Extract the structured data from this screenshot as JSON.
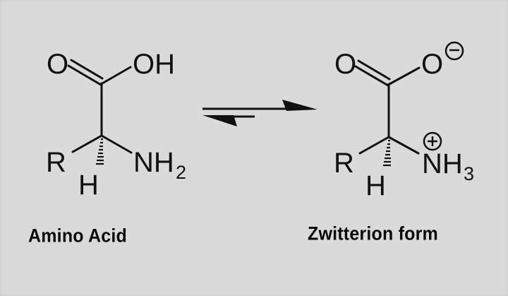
{
  "diagram": {
    "background_color": "#dadada",
    "ink_color": "#111111",
    "left_molecule": {
      "name": "Amino Acid",
      "atoms": {
        "carbonyl_oxygen": "O",
        "hydroxyl": "OH",
        "r_group": "R",
        "hydrogen": "H",
        "amine_main": "NH",
        "amine_sub": "2"
      }
    },
    "equilibrium_arrow": {
      "type": "reversible",
      "forward_direction": "right",
      "reverse_direction": "left"
    },
    "right_molecule": {
      "name": "Zwitterion form",
      "atoms": {
        "carbonyl_oxygen": "O",
        "carboxylate_oxygen": "O",
        "negative_charge": "−",
        "r_group": "R",
        "hydrogen": "H",
        "ammonium_main": "NH",
        "ammonium_sub": "3",
        "positive_charge": "+"
      }
    },
    "captions": {
      "left": "Amino Acid",
      "right": "Zwitterion form"
    }
  }
}
